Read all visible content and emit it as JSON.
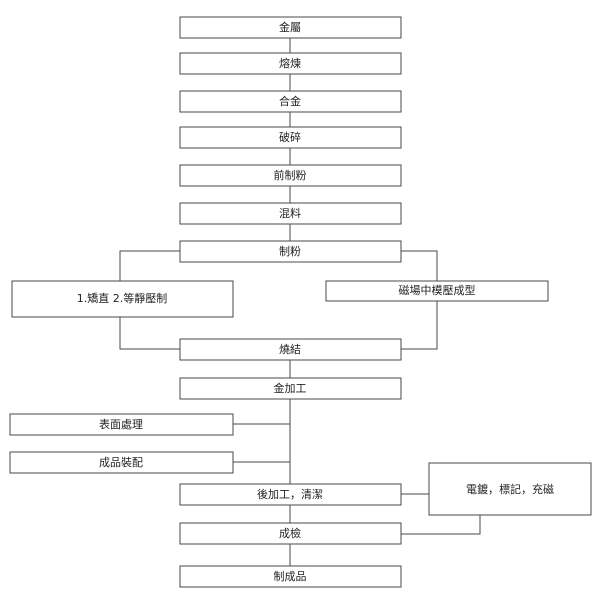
{
  "steps": {
    "metal": "金屬",
    "smelting": "熔煉",
    "alloy": "合金",
    "crushing": "破碎",
    "pre_powder": "前制粉",
    "mixing": "混料",
    "powdering": "制粉",
    "straighten_press": "1.矯直  2.等靜壓制",
    "magnetic_molding": "磁場中模壓成型",
    "sintering": "燒結",
    "machining": "金加工",
    "surface_treatment": "表面處理",
    "assembly": "成品裝配",
    "post_machining": "後加工，清潔",
    "plating_marking": "電鍍，標記，充磁",
    "inspection": "成檢",
    "finished_product": "制成品"
  }
}
